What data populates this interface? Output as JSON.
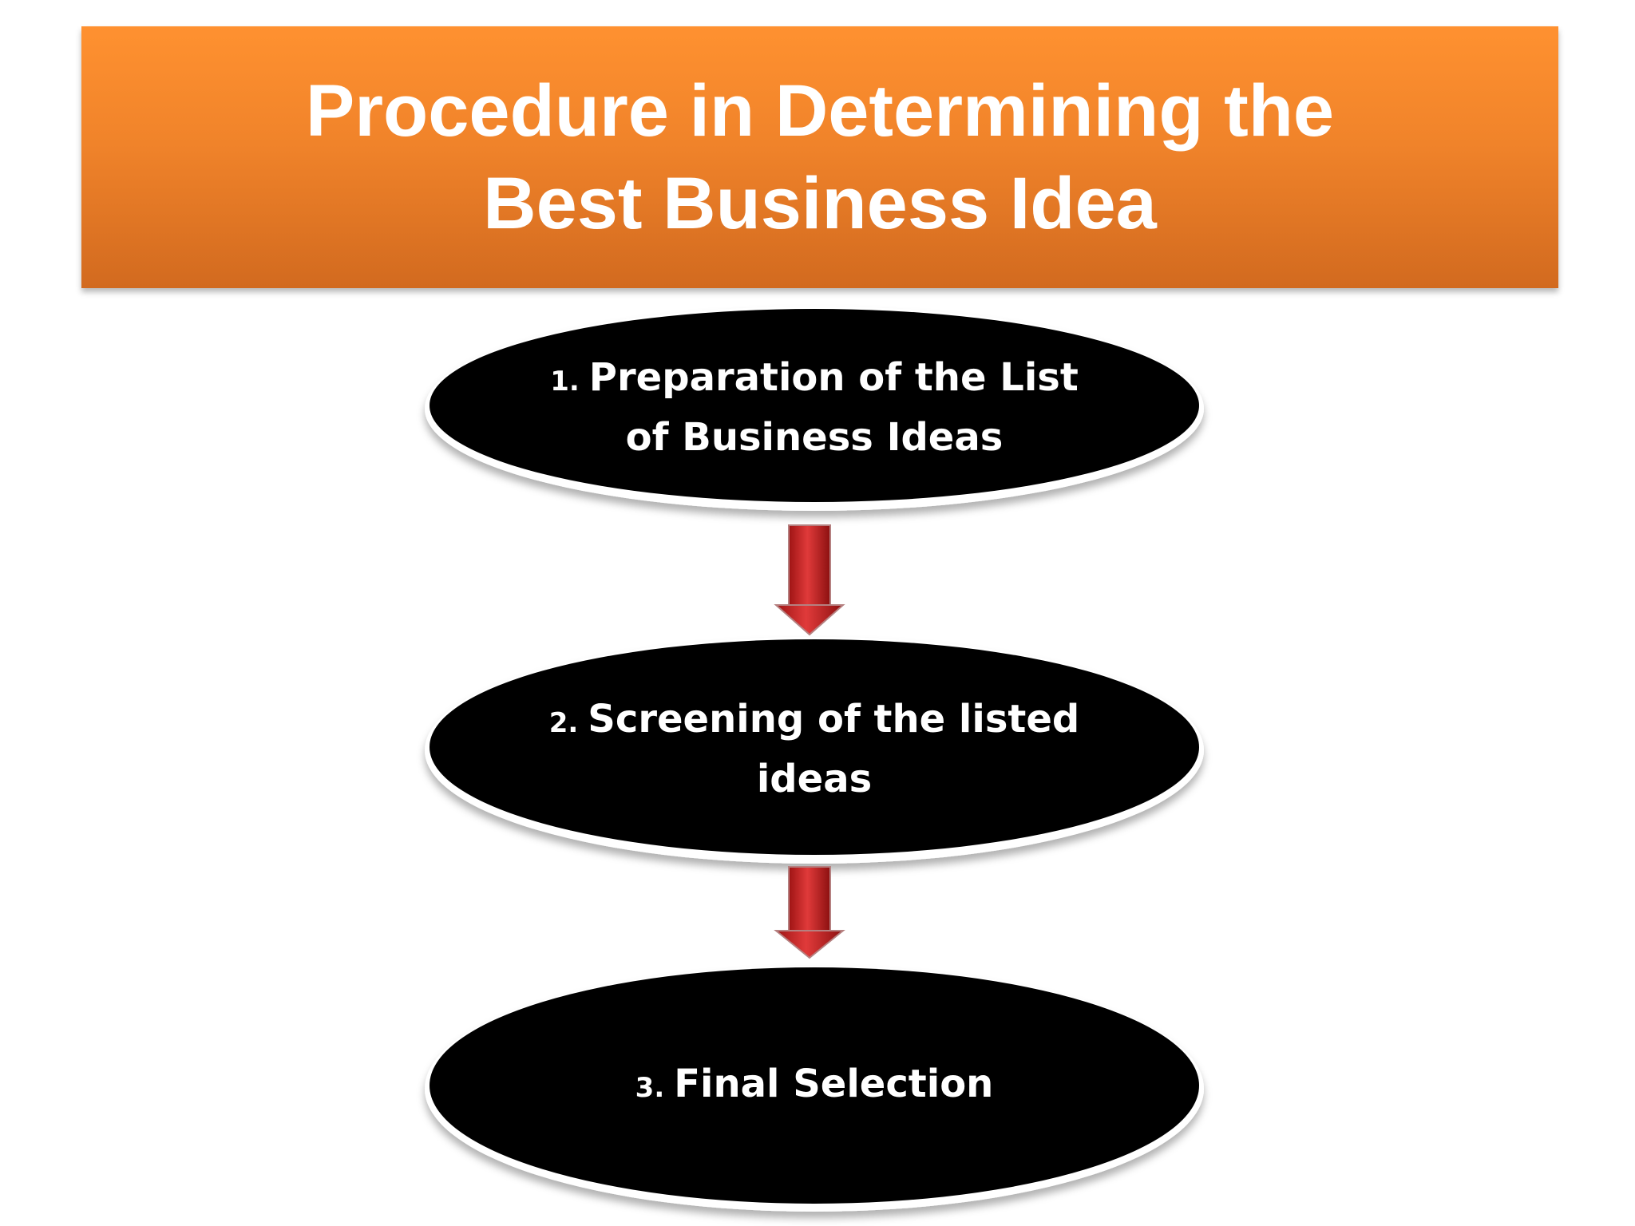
{
  "title": {
    "line1": "Procedure in Determining the",
    "line2": "Best Business Idea"
  },
  "steps": [
    {
      "number": "1.",
      "line1": "Preparation of the List",
      "line2": "of Business Ideas"
    },
    {
      "number": "2.",
      "line1": "Screening of the listed",
      "line2": "ideas"
    },
    {
      "number": "3.",
      "line1": "Final Selection",
      "line2": ""
    }
  ],
  "colors": {
    "banner_top": "#ff9130",
    "banner_bottom": "#d26a1f",
    "ellipse_fill": "#000000",
    "arrow_fill": "#d42a2a",
    "text": "#ffffff"
  }
}
